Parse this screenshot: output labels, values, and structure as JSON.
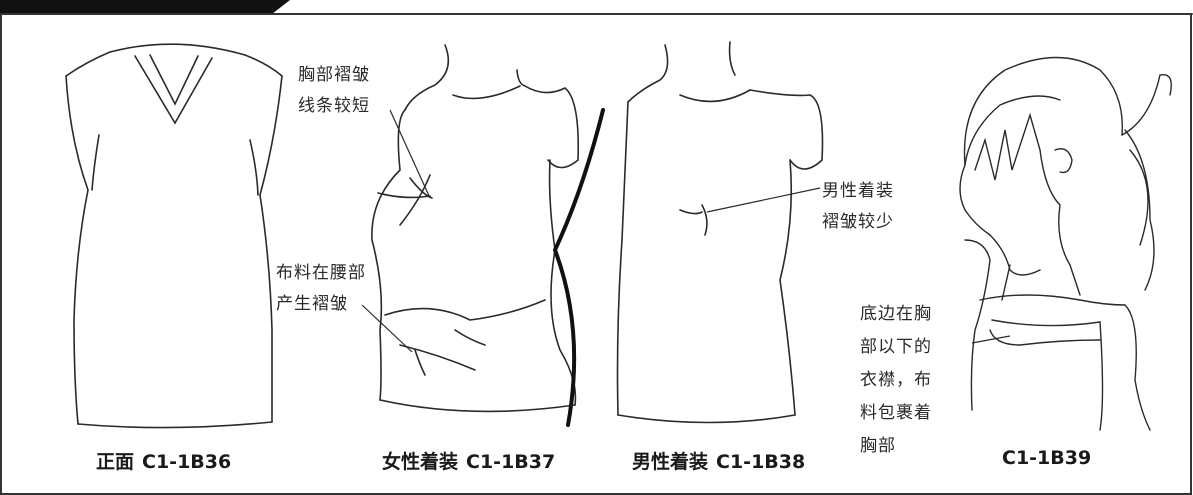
{
  "captions": [
    {
      "name": "正面",
      "code": "C1-1B36"
    },
    {
      "name": "女性着装",
      "code": "C1-1B37"
    },
    {
      "name": "男性着装",
      "code": "C1-1B38"
    },
    {
      "name": "",
      "code": "C1-1B39"
    }
  ],
  "annotations": {
    "chest_folds": "胸部褶皱\n线条较短",
    "waist_folds": "布料在腰部\n产生褶皱",
    "male_folds": "男性着装\n褶皱较少",
    "hem_note": "底边在胸\n部以下的\n衣襟，布\n料包裹着\n胸部"
  }
}
